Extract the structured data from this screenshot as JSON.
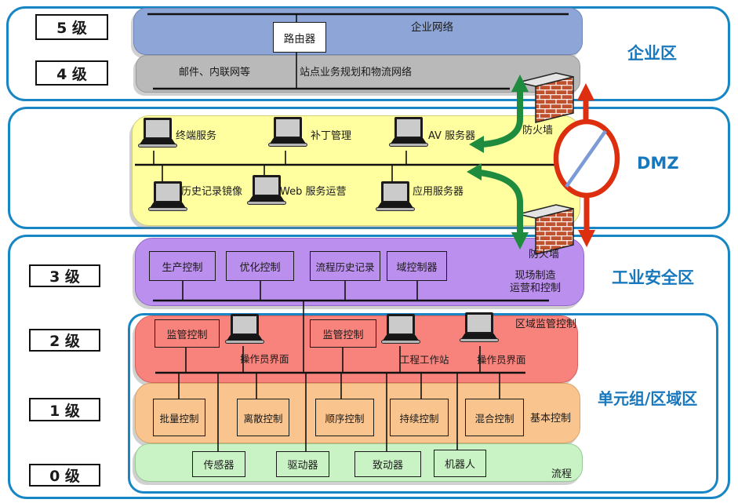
{
  "levels": [
    "5 级",
    "4 级",
    "3 级",
    "2 级",
    "1 级",
    "0 级"
  ],
  "zones": {
    "enterprise": "企业区",
    "dmz": "DMZ",
    "industrial": "工业安全区",
    "cell_area": "单元组/区域区"
  },
  "enterprise": {
    "network": "企业网络",
    "router": "路由器",
    "mail": "邮件、内联网等",
    "site": "站点业务规划和物流网络"
  },
  "firewalls": {
    "top": "防火墙",
    "bottom": "防火墙"
  },
  "dmz": {
    "servers_top": [
      "终端服务",
      "补丁管理",
      "AV 服务器"
    ],
    "servers_bottom": [
      "历史记录镜像",
      "Web 服务运营",
      "应用服务器"
    ]
  },
  "level3": {
    "boxes": [
      "生产控制",
      "优化控制",
      "流程历史记录",
      "域控制器"
    ],
    "note_line1": "现场制造",
    "note_line2": "运营和控制"
  },
  "level2": {
    "supervisory1": "监管控制",
    "supervisory2": "监管控制",
    "computers": [
      "操作员界面",
      "工程工作站",
      "操作员界面"
    ],
    "corner": "区域监管控制"
  },
  "level1": {
    "boxes": [
      "批量控制",
      "离散控制",
      "顺序控制",
      "持续控制",
      "混合控制"
    ],
    "basic": "基本控制"
  },
  "level0": {
    "boxes": [
      "传感器",
      "驱动器",
      "致动器",
      "机器人"
    ],
    "process": "流程"
  },
  "colors": {
    "zone_border": "#1886c4",
    "zone_label": "#1778bd",
    "enterprise_bar": "#8da5d7",
    "office_bar": "#b9b9b9",
    "dmz_area": "#ffffa0",
    "level3_area": "#bb8fed",
    "level2_area": "#f8837d",
    "level1_area": "#f9c48e",
    "level0_area": "#c9f3c4",
    "arrow_green": "#1f8b3e",
    "arrow_red": "#dd2f10",
    "brick": "#c0512e"
  }
}
